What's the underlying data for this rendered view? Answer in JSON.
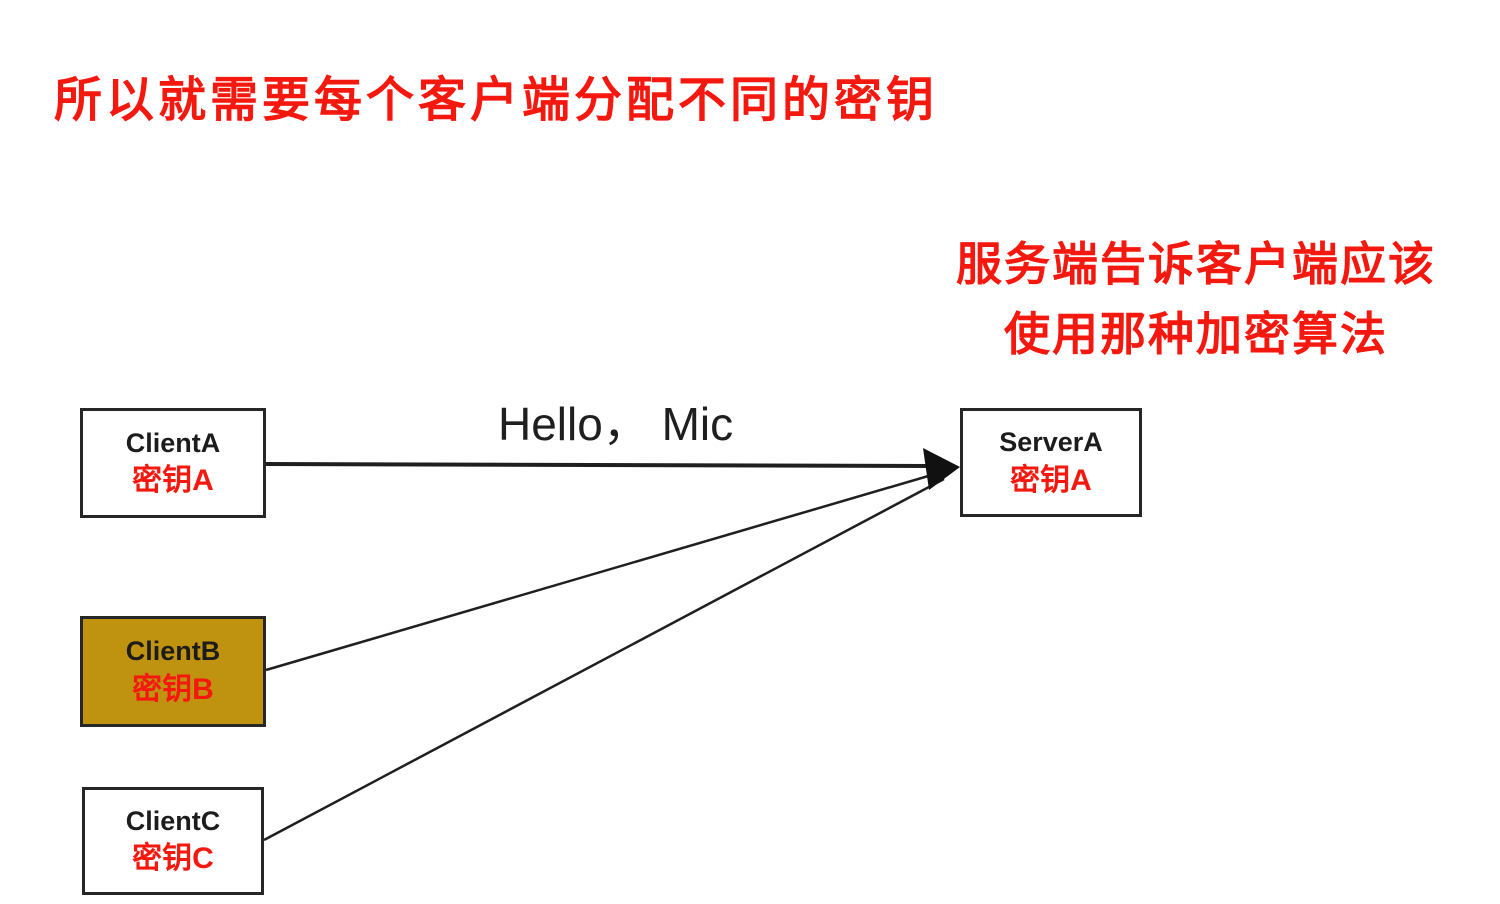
{
  "title": "所以就需要每个客户端分配不同的密钥",
  "annotation": {
    "line1": "服务端告诉客户端应该",
    "line2": "使用那种加密算法"
  },
  "message": "Hello， Mic",
  "nodes": {
    "clientA": {
      "name": "ClientA",
      "key": "密钥A"
    },
    "clientB": {
      "name": "ClientB",
      "key": "密钥B"
    },
    "clientC": {
      "name": "ClientC",
      "key": "密钥C"
    },
    "serverA": {
      "name": "ServerA",
      "key": "密钥A"
    }
  },
  "colors": {
    "text_red": "#f5180e",
    "node_fill_default": "#ffffff",
    "node_fill_clientB_gold": "#bf9310",
    "border_black": "#262626",
    "line_black": "#1f1f1f"
  }
}
